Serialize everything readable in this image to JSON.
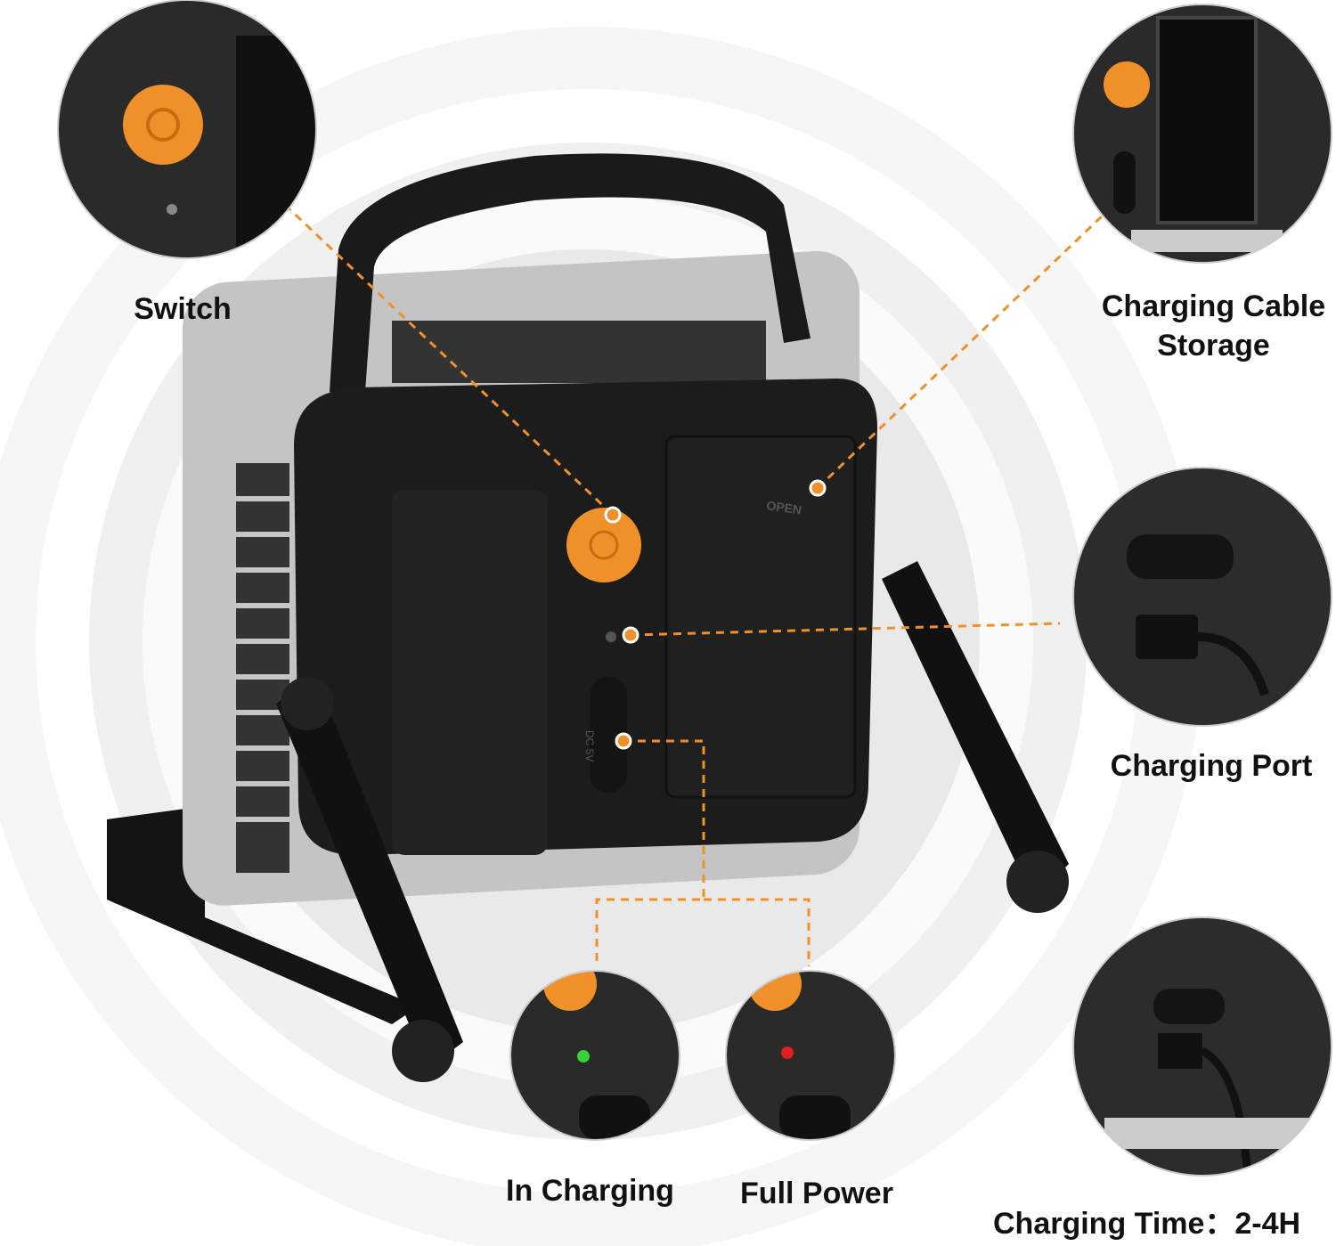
{
  "labels": {
    "switch": "Switch",
    "cable_storage": "Charging Cable Storage",
    "charging_port": "Charging Port",
    "in_charging": "In Charging",
    "full_power": "Full Power",
    "charging_time": "Charging Time：2-4H"
  },
  "device_markings": {
    "open": "OPEN",
    "dc": "DC 5V"
  },
  "colors": {
    "accent": "#f0902a",
    "body": "#1c1c1c",
    "frame": "#c9c9c9",
    "led_green": "#3bd13b",
    "led_red": "#e02020"
  }
}
